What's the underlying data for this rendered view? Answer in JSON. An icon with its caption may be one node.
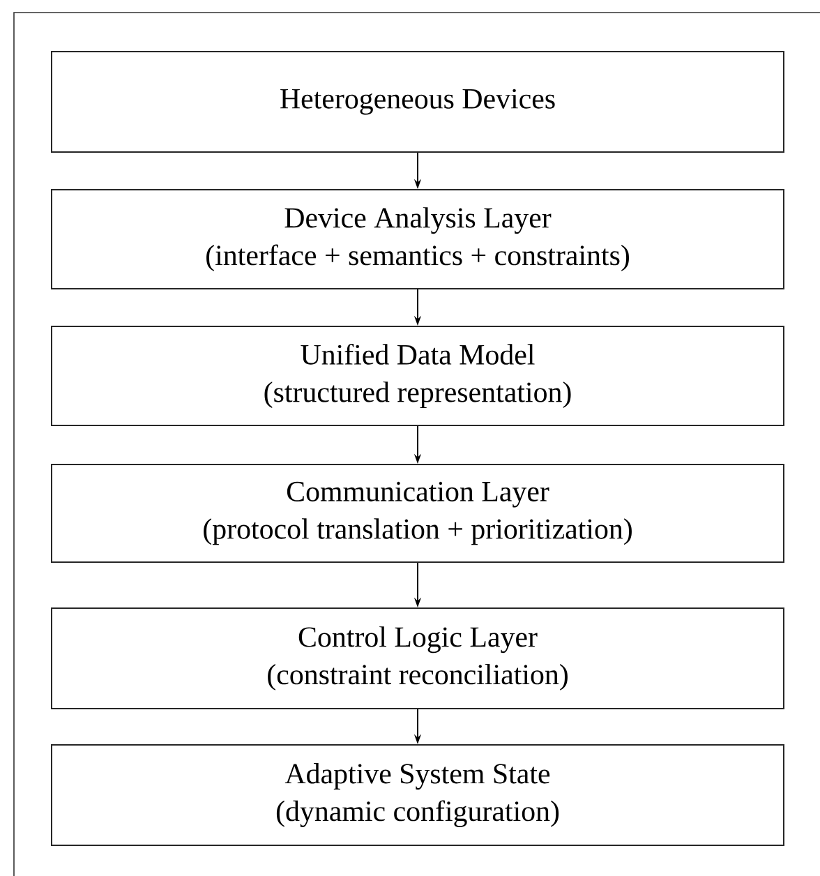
{
  "diagram": {
    "nodes": [
      {
        "text": [
          "Heterogeneous Devices"
        ]
      },
      {
        "text": [
          "Device Analysis Layer",
          "(interface + semantics + constraints)"
        ]
      },
      {
        "text": [
          "Unified Data Model",
          "(structured representation)"
        ]
      },
      {
        "text": [
          "Communication Layer",
          "(protocol translation + prioritization)"
        ]
      },
      {
        "text": [
          "Control Logic Layer",
          "(constraint reconciliation)"
        ]
      },
      {
        "text": [
          "Adaptive System State",
          "(dynamic configuration)"
        ]
      }
    ],
    "edges": [
      {
        "from": 0,
        "to": 1,
        "arrow": "to"
      },
      {
        "from": 1,
        "to": 2,
        "arrow": "to"
      },
      {
        "from": 2,
        "to": 3,
        "arrow": "to"
      },
      {
        "from": 3,
        "to": 4,
        "arrow": "to"
      },
      {
        "from": 4,
        "to": 5,
        "arrow": "to"
      }
    ]
  }
}
